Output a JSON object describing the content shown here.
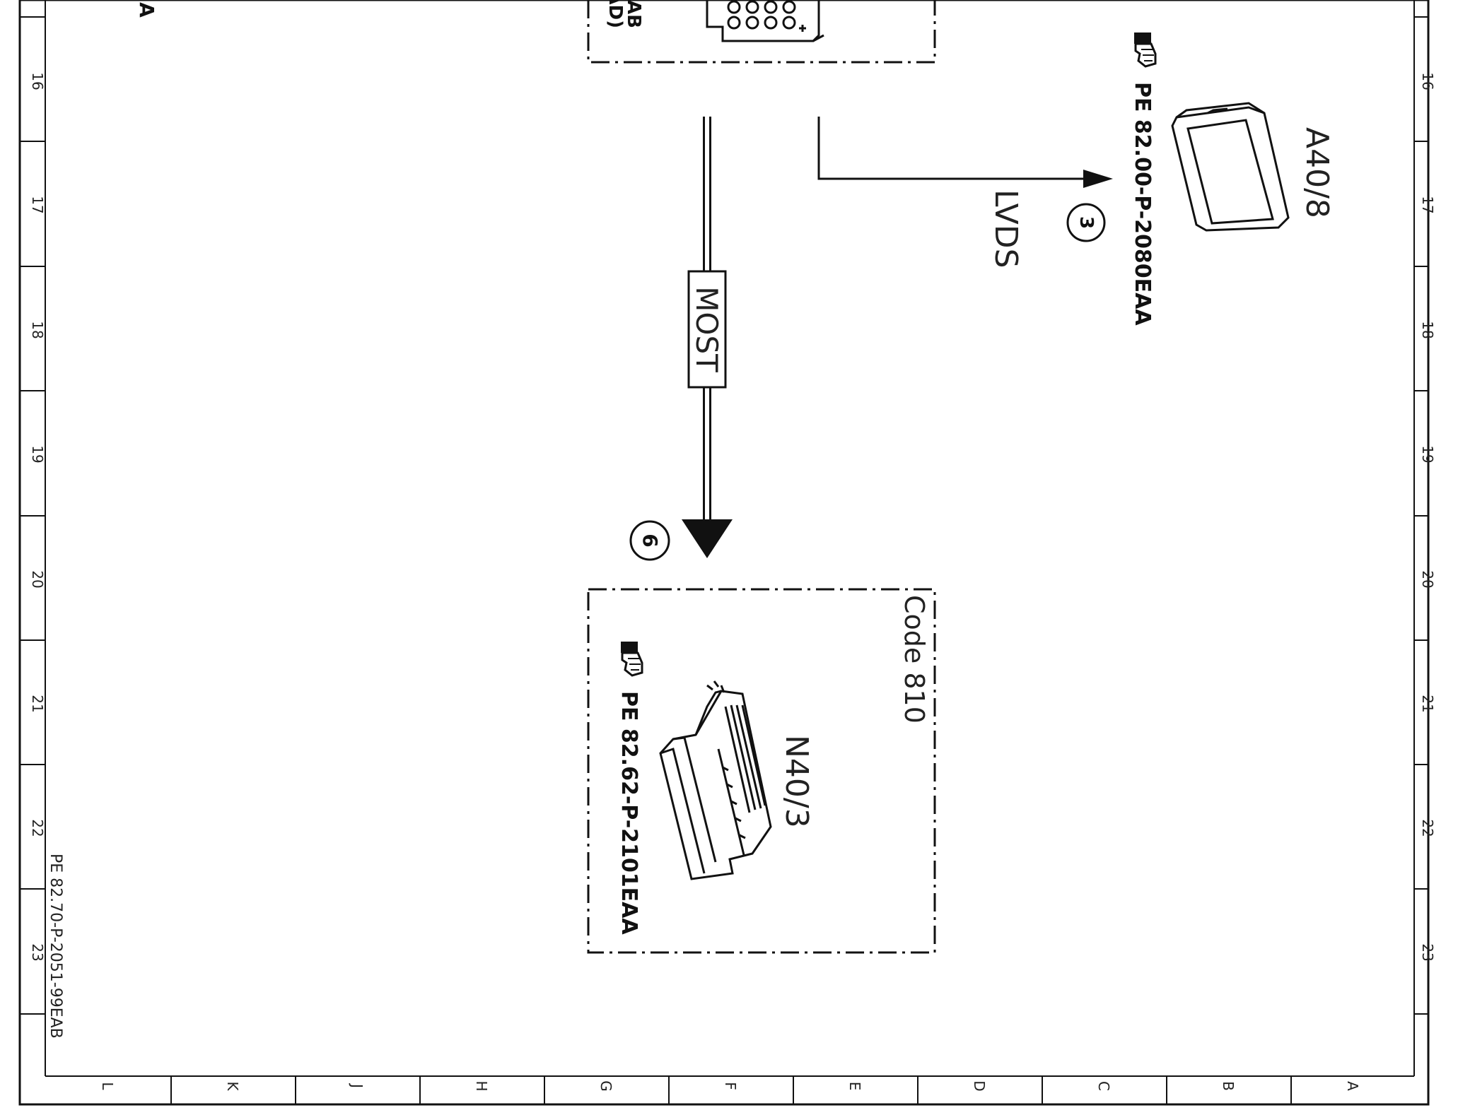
{
  "sheet": {
    "row_numbers": [
      "16",
      "17",
      "18",
      "19",
      "20",
      "21",
      "22",
      "23"
    ],
    "column_letters": [
      "L",
      "K",
      "J",
      "H",
      "G",
      "F",
      "E",
      "D",
      "C",
      "B",
      "A"
    ],
    "document_id": "PE 82.70-P-2051-99EAB"
  },
  "top_fragment": {
    "label_a": "A",
    "partial_line_1": "AB",
    "partial_line_2": "AD)"
  },
  "component_a40_8": {
    "name": "A40/8",
    "reference": "PE 82.00-P-2080EAA"
  },
  "lvds_link": {
    "label": "LVDS",
    "marker": "3"
  },
  "most_link": {
    "label": "MOST",
    "marker": "6"
  },
  "component_n40_3": {
    "code": "Code 810",
    "name": "N40/3",
    "reference": "PE 82.62-P-2101EAA"
  },
  "icons": {
    "reference": "pointing-hand-book-icon",
    "display": "display-panel-icon",
    "control_unit": "control-unit-icon",
    "connector": "connector-icon"
  }
}
